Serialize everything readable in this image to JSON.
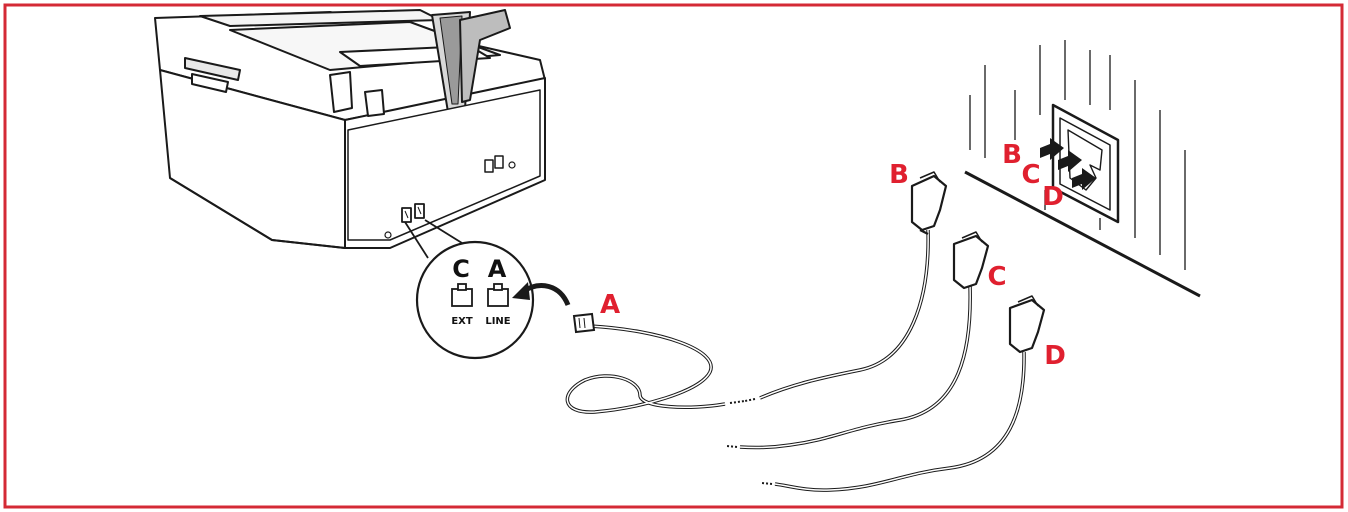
{
  "colors": {
    "accent": "#e0202f",
    "line": "#1a1a1a",
    "frame": "#d42a35"
  },
  "icons": [
    "printer-illustration",
    "rj11-plug",
    "wall-socket",
    "connect-arrow"
  ],
  "printer": {
    "callout": {
      "label_c": "C",
      "label_a": "A",
      "port_ext": "EXT",
      "port_line": "LINE"
    }
  },
  "cables": {
    "a": "A",
    "b": "B",
    "c": "C",
    "d": "D"
  },
  "socket": {
    "b": "B",
    "c": "C",
    "d": "D"
  }
}
